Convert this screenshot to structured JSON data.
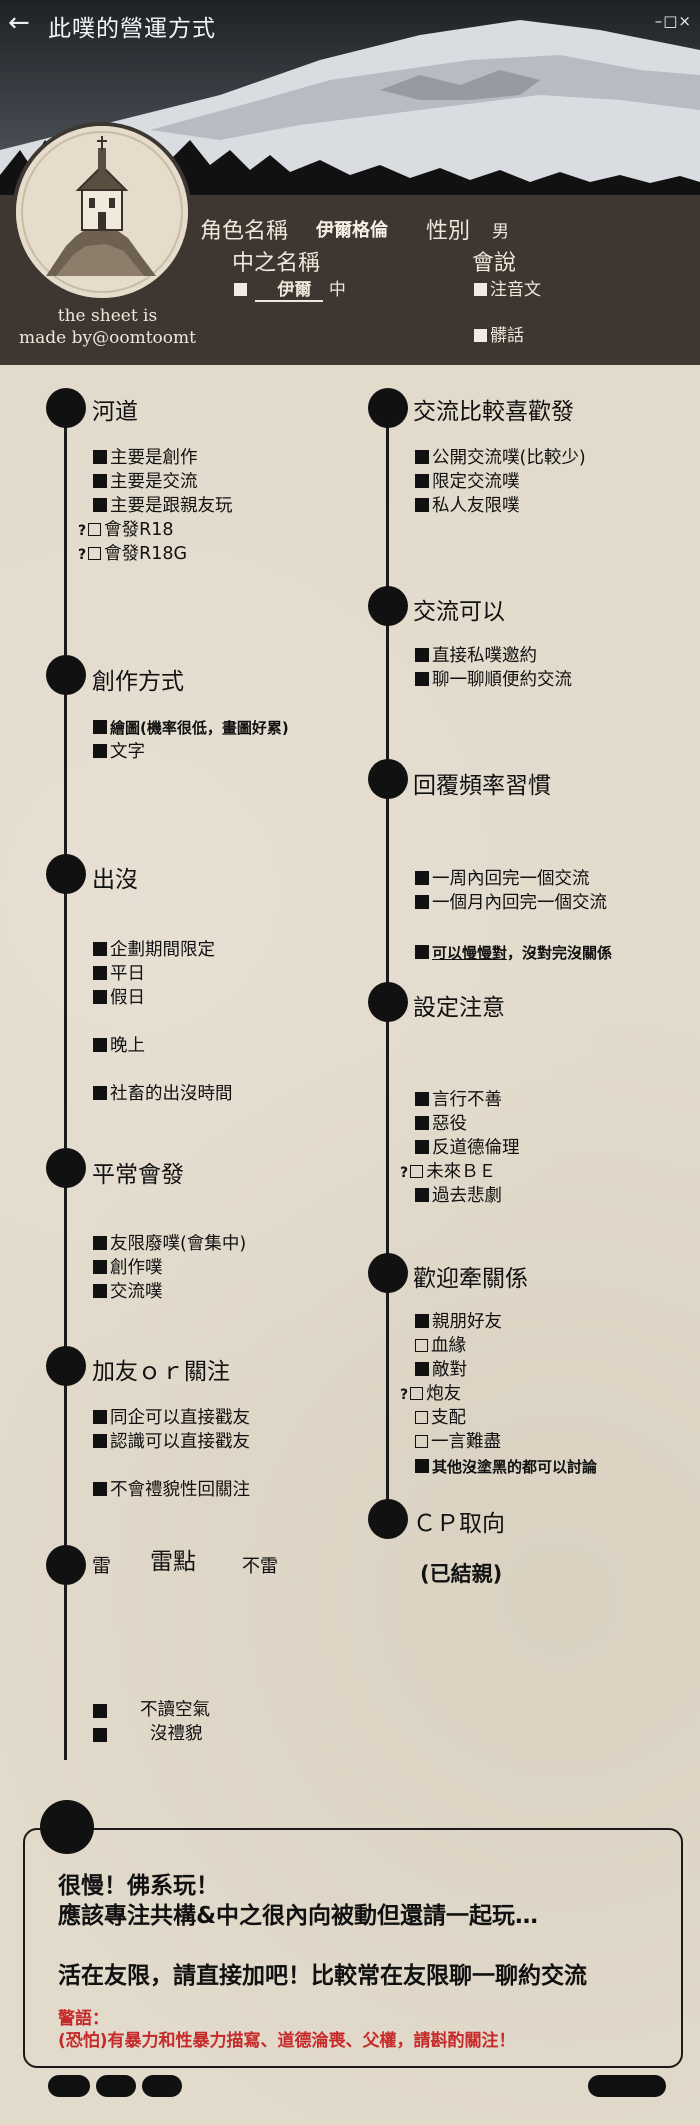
{
  "window": {
    "title": "此噗的營運方式",
    "back_icon": "arrow-left-icon",
    "controls": "–□×"
  },
  "profile": {
    "name_label": "角色名稱",
    "name_value": "伊爾格倫",
    "gender_label": "性別",
    "gender_value": "男",
    "cn_name_label": "中之名稱",
    "cn_name_value": "伊爾",
    "cn_suffix": "中",
    "speaks_label": "會說",
    "speaks_options": [
      "注音文",
      "髒話"
    ],
    "credit_line1": "the sheet is",
    "credit_line2": "made by@oomtoomt"
  },
  "left": {
    "river": {
      "title": "河道",
      "items": [
        "主要是創作",
        "主要是交流",
        "主要是跟親友玩",
        "會發R18",
        "會發R18G"
      ]
    },
    "creation": {
      "title": "創作方式",
      "items": [
        "繪圖(機率很低，畫圖好累)",
        "文字"
      ]
    },
    "appear": {
      "title": "出沒",
      "items": [
        "企劃期間限定",
        "平日",
        "假日",
        "晚上",
        "社畜的出沒時間"
      ]
    },
    "usual": {
      "title": "平常會發",
      "items": [
        "友限廢噗(會集中)",
        "創作噗",
        "交流噗"
      ]
    },
    "follow": {
      "title": "加友ｏｒ關注",
      "items": [
        "同企可以直接戳友",
        "認識可以直接戳友",
        "不會禮貌性回關注"
      ]
    },
    "mine": {
      "title": "雷",
      "col_mine": "雷點",
      "col_ok": "不雷",
      "items": [
        "不讀空氣",
        "沒禮貌"
      ]
    }
  },
  "right": {
    "prefer": {
      "title": "交流比較喜歡發",
      "items": [
        "公開交流噗(比較少)",
        "限定交流噗",
        "私人友限噗"
      ]
    },
    "ok": {
      "title": "交流可以",
      "items": [
        "直接私噗邀約",
        "聊一聊順便約交流"
      ]
    },
    "reply": {
      "title": "回覆頻率習慣",
      "items": [
        "一周內回完一個交流",
        "一個月內回完一個交流",
        "可以慢慢對",
        "，沒對完沒關係"
      ]
    },
    "setting": {
      "title": "設定注意",
      "items": [
        "言行不善",
        "惡役",
        "反道德倫理",
        "未來ＢＥ",
        "過去悲劇"
      ]
    },
    "relation": {
      "title": "歡迎牽關係",
      "items": [
        "親朋好友",
        "血緣",
        "敵對",
        "炮友",
        "支配",
        "一言難盡",
        "其他沒塗黑的都可以討論"
      ]
    },
    "cp": {
      "title": "ＣＰ取向",
      "value": "(已結親)"
    }
  },
  "message": {
    "line1": "很慢！佛系玩！",
    "line2": "應該專注共構&中之很內向被動但還請一起玩…",
    "line3": "活在友限，請直接加吧！比較常在友限聊一聊約交流",
    "warn_title": "警語：",
    "warn_text": "(恐怕)有暴力和性暴力描寫、道德淪喪、父權，請斟酌關注！"
  },
  "colors": {
    "header_dark": "#3e3731",
    "paper": "#e2dacb",
    "ink": "#111111",
    "warning": "#c62a2a"
  }
}
